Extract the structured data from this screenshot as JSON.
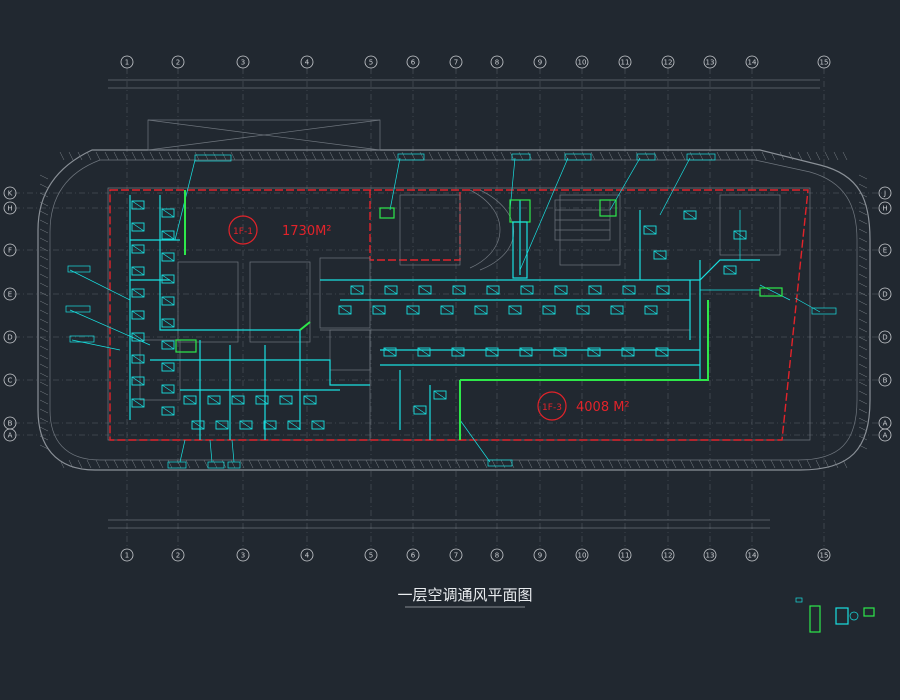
{
  "drawing": {
    "title": "一层空调通风平面图",
    "zones": [
      {
        "id": "1F-1",
        "area": "1730M²"
      },
      {
        "id": "1F-3",
        "area": "4008 M²"
      }
    ],
    "column_axes_top": [
      "1",
      "2",
      "3",
      "4",
      "5",
      "6",
      "7",
      "8",
      "9",
      "10",
      "11",
      "12",
      "13",
      "14",
      "15"
    ],
    "column_axes_bottom": [
      "1",
      "2",
      "3",
      "4",
      "5",
      "6",
      "7",
      "8",
      "9",
      "10",
      "11",
      "12",
      "13",
      "14",
      "15"
    ],
    "row_axes_left": [
      "K",
      "H",
      "F",
      "E",
      "D",
      "C",
      "B",
      "A"
    ],
    "row_axes_right": [
      "J",
      "H",
      "E",
      "D",
      "D",
      "B",
      "A",
      "A"
    ]
  },
  "colors": {
    "background": "#212830",
    "supply_duct": "#19e0e0",
    "piping": "#2ee84a",
    "zone_boundary": "#e2232a",
    "walls": "#8a9097"
  }
}
